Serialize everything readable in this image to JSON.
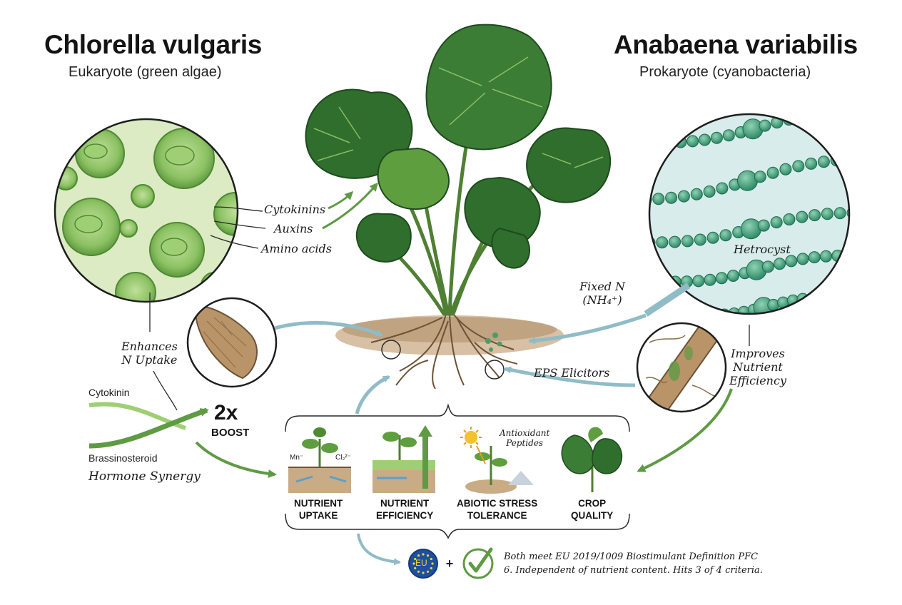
{
  "left_organism": {
    "name": "Chlorella vulgaris",
    "type": "Eukaryote (green algae)"
  },
  "right_organism": {
    "name": "Anabaena variabilis",
    "type": "Prokaryote (cyanobacteria)"
  },
  "chlorella_products": [
    "Cytokinins",
    "Auxins",
    "Amino acids"
  ],
  "labels": {
    "heterocyst": "Hetrocyst",
    "fixed_n_line1": "Fixed N",
    "fixed_n_line2": "(NH₄⁺)",
    "eps": "EPS Elicitors",
    "enhances_line1": "Enhances",
    "enhances_line2": "N Uptake",
    "improves_line1": "Improves",
    "improves_line2": "Nutrient",
    "improves_line3": "Efficiency",
    "cytokinin": "Cytokinin",
    "brassinosteroid": "Brassinosteroid",
    "boost_number": "2x",
    "boost_label": "BOOST",
    "synergy": "Hormone Synergy",
    "mn": "Mn⁻",
    "cl": "Cl₂²⁻",
    "antioxidant_line1": "Antioxidant",
    "antioxidant_line2": "Peptides",
    "eu": "EU"
  },
  "benefits": [
    {
      "line1": "NUTRIENT",
      "line2": "UPTAKE"
    },
    {
      "line1": "NUTRIENT",
      "line2": "EFFICIENCY"
    },
    {
      "line1": "ABIOTIC STRESS",
      "line2": "TOLERANCE"
    },
    {
      "line1": "CROP",
      "line2": "QUALITY"
    }
  ],
  "compliance_note": {
    "line1": "Both meet EU 2019/1009 Biostimulant Definition PFC",
    "line2": "6. Independent of nutrient content. Hits 3 of 4 criteria."
  },
  "colors": {
    "chlorella_bg": "#dcebc4",
    "cell_green": "#7fb552",
    "leaf_dark": "#2f6e2c",
    "leaf_light": "#5f9e3e",
    "anabaena_bg": "#d9ecec",
    "filament": "#3f9a74",
    "arrow_blue": "#8fbcc6",
    "arrow_green": "#5f9a45",
    "soil": "#b0906a",
    "eu_blue": "#1f4fa0",
    "eu_star": "#f2d230"
  },
  "icons": [
    "chlorella-cells-icon",
    "anabaena-filament-icon",
    "root-tip-icon",
    "root-section-icon",
    "monstera-plant-icon",
    "sun-icon",
    "eu-flag-icon",
    "checkmark-icon"
  ]
}
